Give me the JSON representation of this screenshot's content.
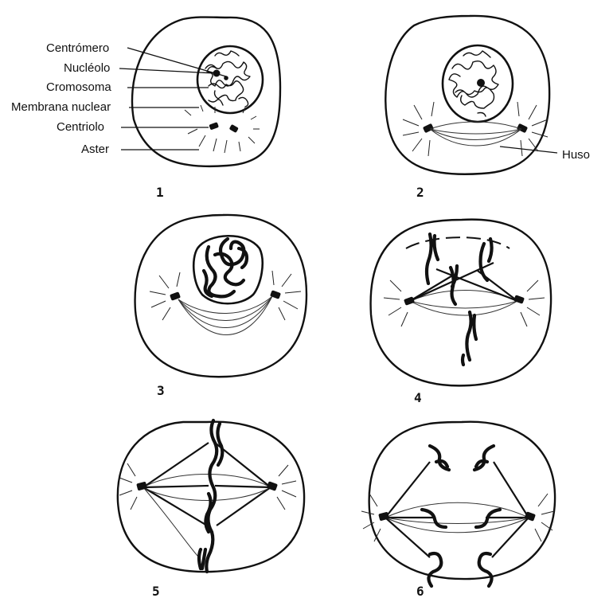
{
  "labels": {
    "centromero": "Centrómero",
    "nucleolo": "Nucléolo",
    "cromosoma": "Cromosoma",
    "membrana": "Membrana nuclear",
    "centriolo": "Centriolo",
    "aster": "Aster",
    "huso": "Huso"
  },
  "stages": [
    "1",
    "2",
    "3",
    "4",
    "5",
    "6"
  ]
}
